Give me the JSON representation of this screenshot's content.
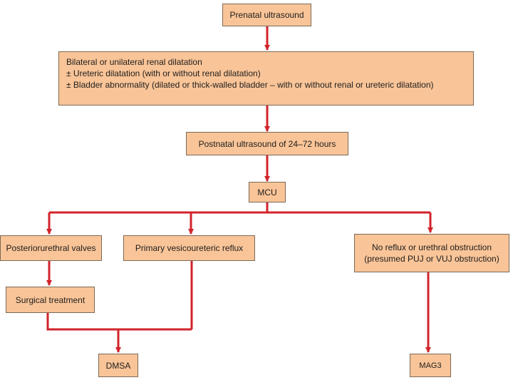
{
  "colors": {
    "box_fill": "#f9c497",
    "box_border": "#7a6a58",
    "arrow": "#d2232a",
    "text": "#1e1e1e"
  },
  "nodes": {
    "prenatal": "Prenatal ultrasound",
    "dilatation": {
      "line1": "Bilateral or unilateral renal dilatation",
      "line2": "± Ureteric dilatation (with or without renal dilatation)",
      "line3": "± Bladder abnormality (dilated or thick-walled bladder – with or without renal or ureteric dilatation)"
    },
    "postnatal": "Postnatal ultrasound of 24–72 hours",
    "mcu": "MCU",
    "valves": "Posteriorurethral valves",
    "reflux": "Primary vesicoureteric reflux",
    "no_reflux": {
      "line1": "No reflux or urethral obstruction",
      "line2": "(presumed PUJ or VUJ obstruction)"
    },
    "surgical": "Surgical treatment",
    "dmsa": "DMSA",
    "mag3": "MAG3"
  }
}
